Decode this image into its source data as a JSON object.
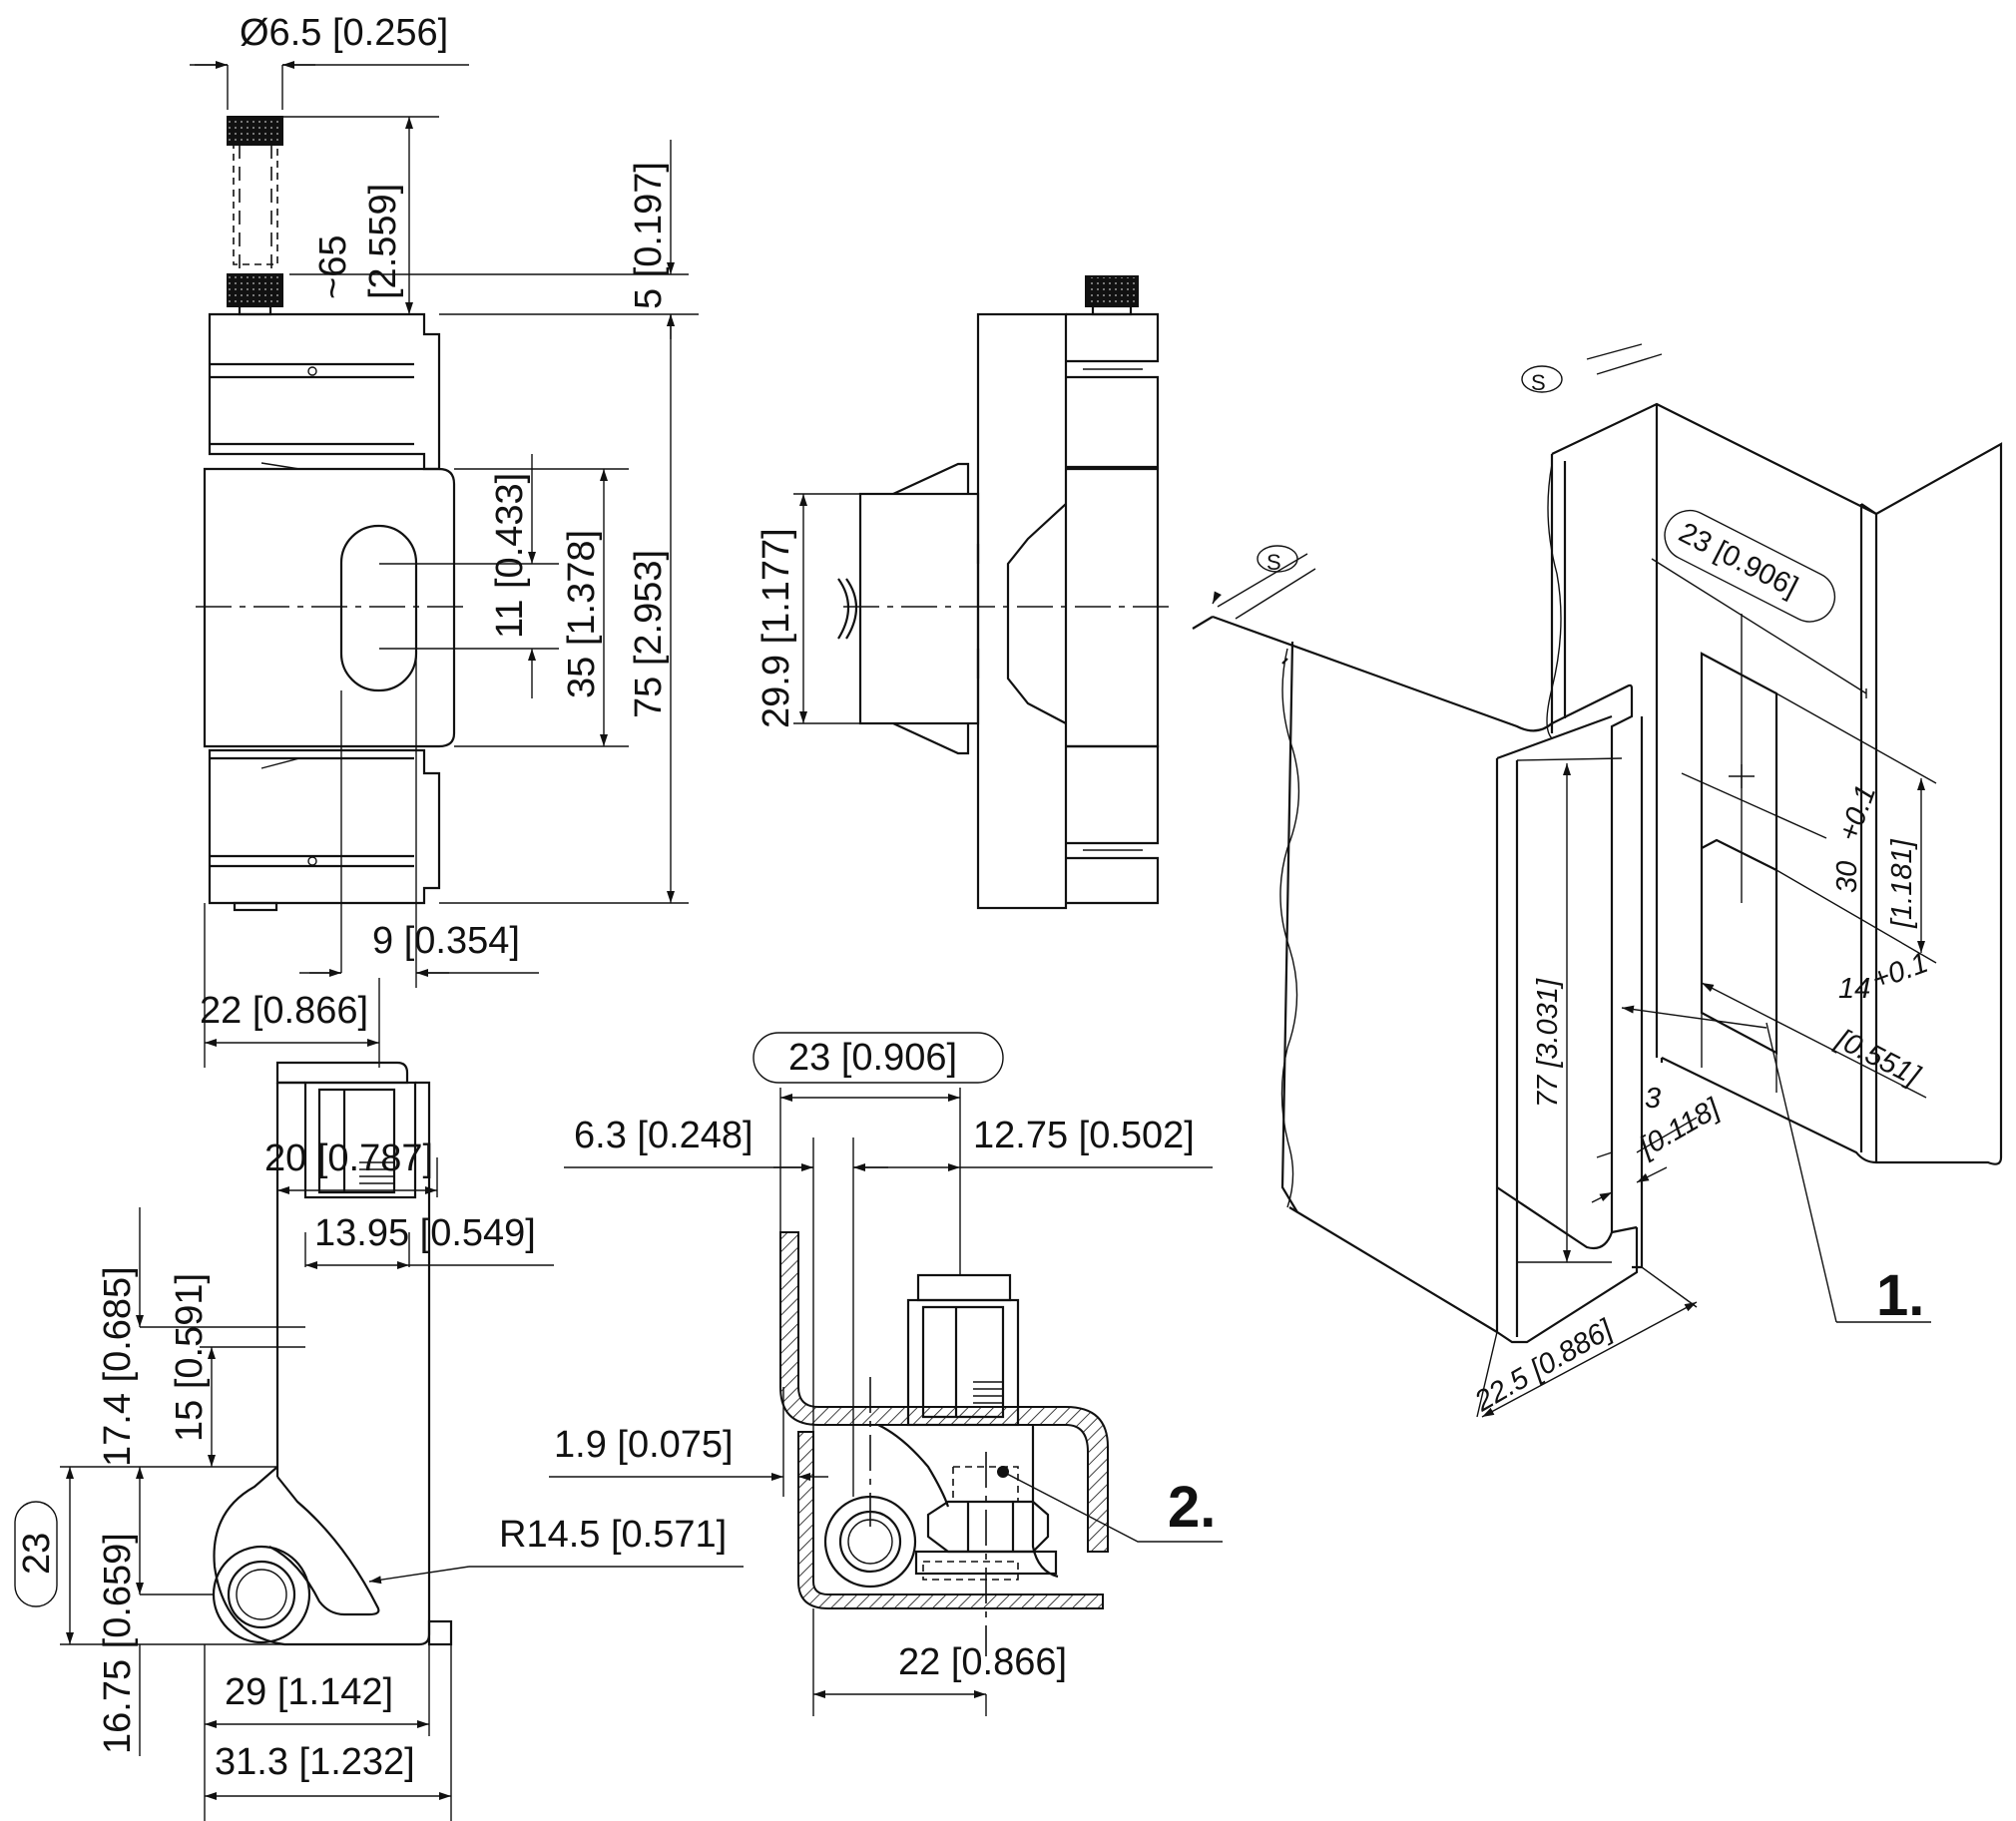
{
  "front_view": {
    "pin_diameter": "Ø6.5 [0.256]",
    "pin_travel_a": "~65",
    "pin_travel_b": "[2.559]",
    "knob_height": "5 [0.197]",
    "slot_height": "11 [0.433]",
    "center_body": "35 [1.378]",
    "overall_height": "75 [2.953]",
    "slot_width": "9 [0.354]",
    "body_width": "22 [0.866]"
  },
  "side_view": {
    "bracket_height": "29.9 [1.177]"
  },
  "top_view": {
    "width_20": "20 [0.787]",
    "width_13_95": "13.95 [0.549]",
    "height_17_4": "17.4 [0.685]",
    "height_15": "15 [0.591]",
    "boxed_23": "23",
    "height_16_75": "16.75 [0.659]",
    "radius": "R14.5 [0.571]",
    "width_29": "29 [1.142]",
    "width_31_3": "31.3 [1.232]"
  },
  "section_view": {
    "boxed_23": "23 [0.906]",
    "offset_6_3": "6.3 [0.248]",
    "offset_12_75": "12.75 [0.502]",
    "gap_1_9": "1.9 [0.075]",
    "base_22": "22 [0.866]",
    "callout_2": "2."
  },
  "cutout_view": {
    "sheet_symbol": "S",
    "boxed_23": "23 [0.906]",
    "height_30": "30",
    "tol_30": "+0.1",
    "height_30_in": "[1.181]",
    "width_14": "14",
    "tol_14": "+0.1",
    "width_14_in": "[0.551]",
    "gap_3": "3",
    "gap_3_in": "[0.118]",
    "height_77": "77 [3.031]",
    "depth_22_5": "22.5 [0.886]",
    "callout_1": "1."
  }
}
